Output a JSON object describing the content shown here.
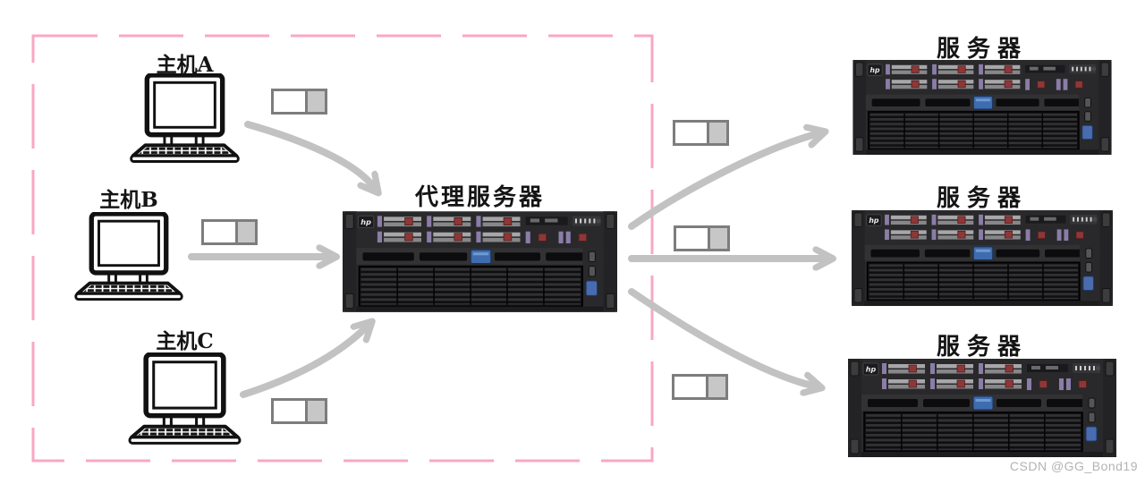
{
  "hosts": [
    {
      "label": "主机A"
    },
    {
      "label": "主机B"
    },
    {
      "label": "主机C"
    }
  ],
  "proxy": {
    "label": "代理服务器"
  },
  "servers": [
    {
      "label": "服务器"
    },
    {
      "label": "服务器"
    },
    {
      "label": "服务器"
    }
  ],
  "icons": {
    "laptop": "laptop-computer-icon",
    "server": "rack-server-icon",
    "packet": "two-cell-packet-icon"
  },
  "colors": {
    "boundary_pink": "#f9a7c3",
    "arrow_gray": "#c2c2c2",
    "packet_fill_gray": "#c7c7c7",
    "packet_border_gray": "#7d7d7d",
    "label_black": "#141414"
  },
  "watermark": "CSDN @GG_Bond19"
}
